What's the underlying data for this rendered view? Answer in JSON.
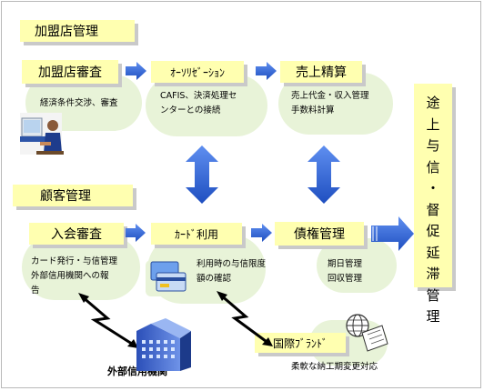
{
  "merchant_management": "加盟店管理",
  "merchant_review": "加盟店審査",
  "merchant_review_note": "経済条件交渉、審査",
  "authorization": "ｵｰｿﾘｾﾞｰｼｮﾝ",
  "authorization_note": [
    "CAFIS、決済処理セ",
    "ンターとの接続"
  ],
  "sales_settlement": "売上精算",
  "sales_settlement_note": [
    "売上代金・収入管理",
    "手数料計算"
  ],
  "customer_management": "顧客管理",
  "admission_review": "入会審査",
  "admission_review_note": [
    "カード発行・与信管理",
    "外部信用機関への報",
    "告"
  ],
  "card_usage": "ｶｰﾄﾞ利用",
  "card_usage_note": [
    "利用時の与信限度",
    "額の確認"
  ],
  "receivables_management": "債権管理",
  "receivables_note": [
    "期日管理",
    "回収管理"
  ],
  "credit_collection": [
    "途",
    "上",
    "与",
    "信",
    "・",
    "督",
    "促",
    "延",
    "滞",
    "管",
    "理"
  ],
  "external_credit_agency": "外部信用機関",
  "international_brand": "国際ﾌﾞﾗﾝﾄﾞ",
  "international_brand_note": "柔軟な納工期変更対応",
  "colors": {
    "box_fill": "#ffffb0",
    "blob_fill": "#e8f3d8",
    "arrow_blue": "#2e63d6",
    "shadow": "#c9c9c9"
  }
}
